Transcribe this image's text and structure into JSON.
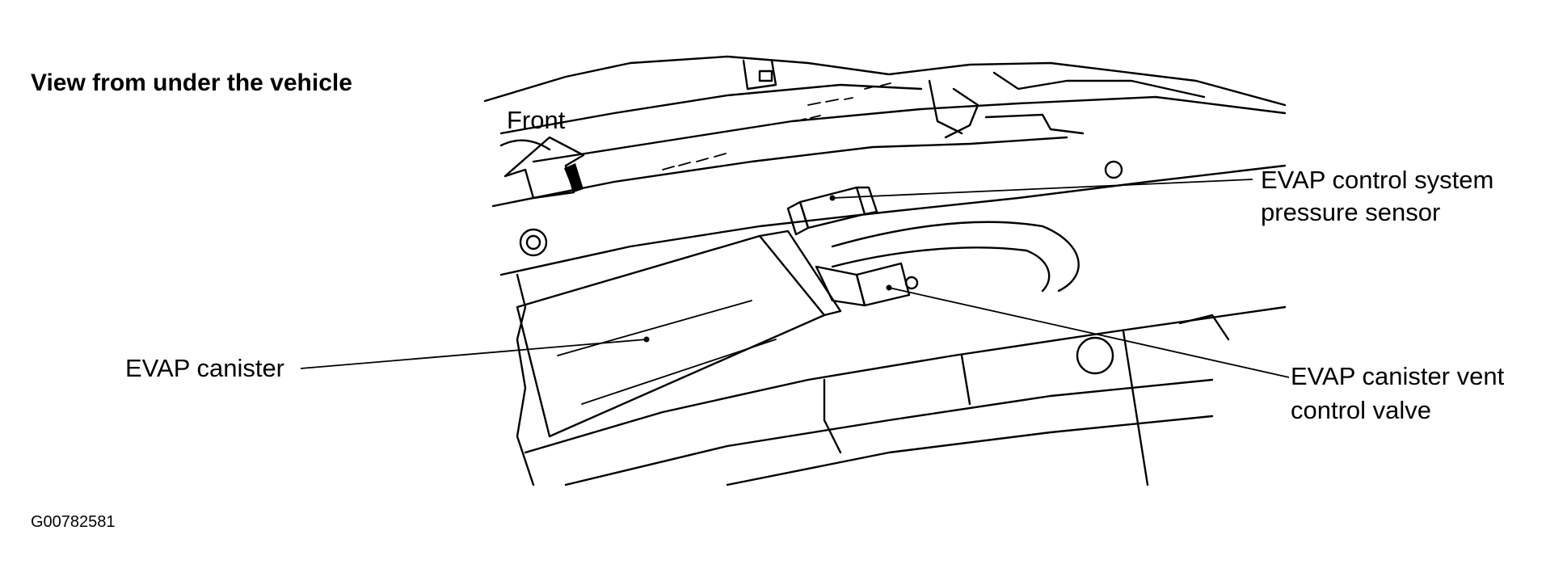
{
  "heading": "View from under the vehicle",
  "direction_label": "Front",
  "callouts": {
    "pressure_sensor": [
      "EVAP control system",
      "pressure sensor"
    ],
    "canister": "EVAP canister",
    "vent_valve": [
      "EVAP canister vent",
      "control valve"
    ]
  },
  "figure_id": "G00782581"
}
